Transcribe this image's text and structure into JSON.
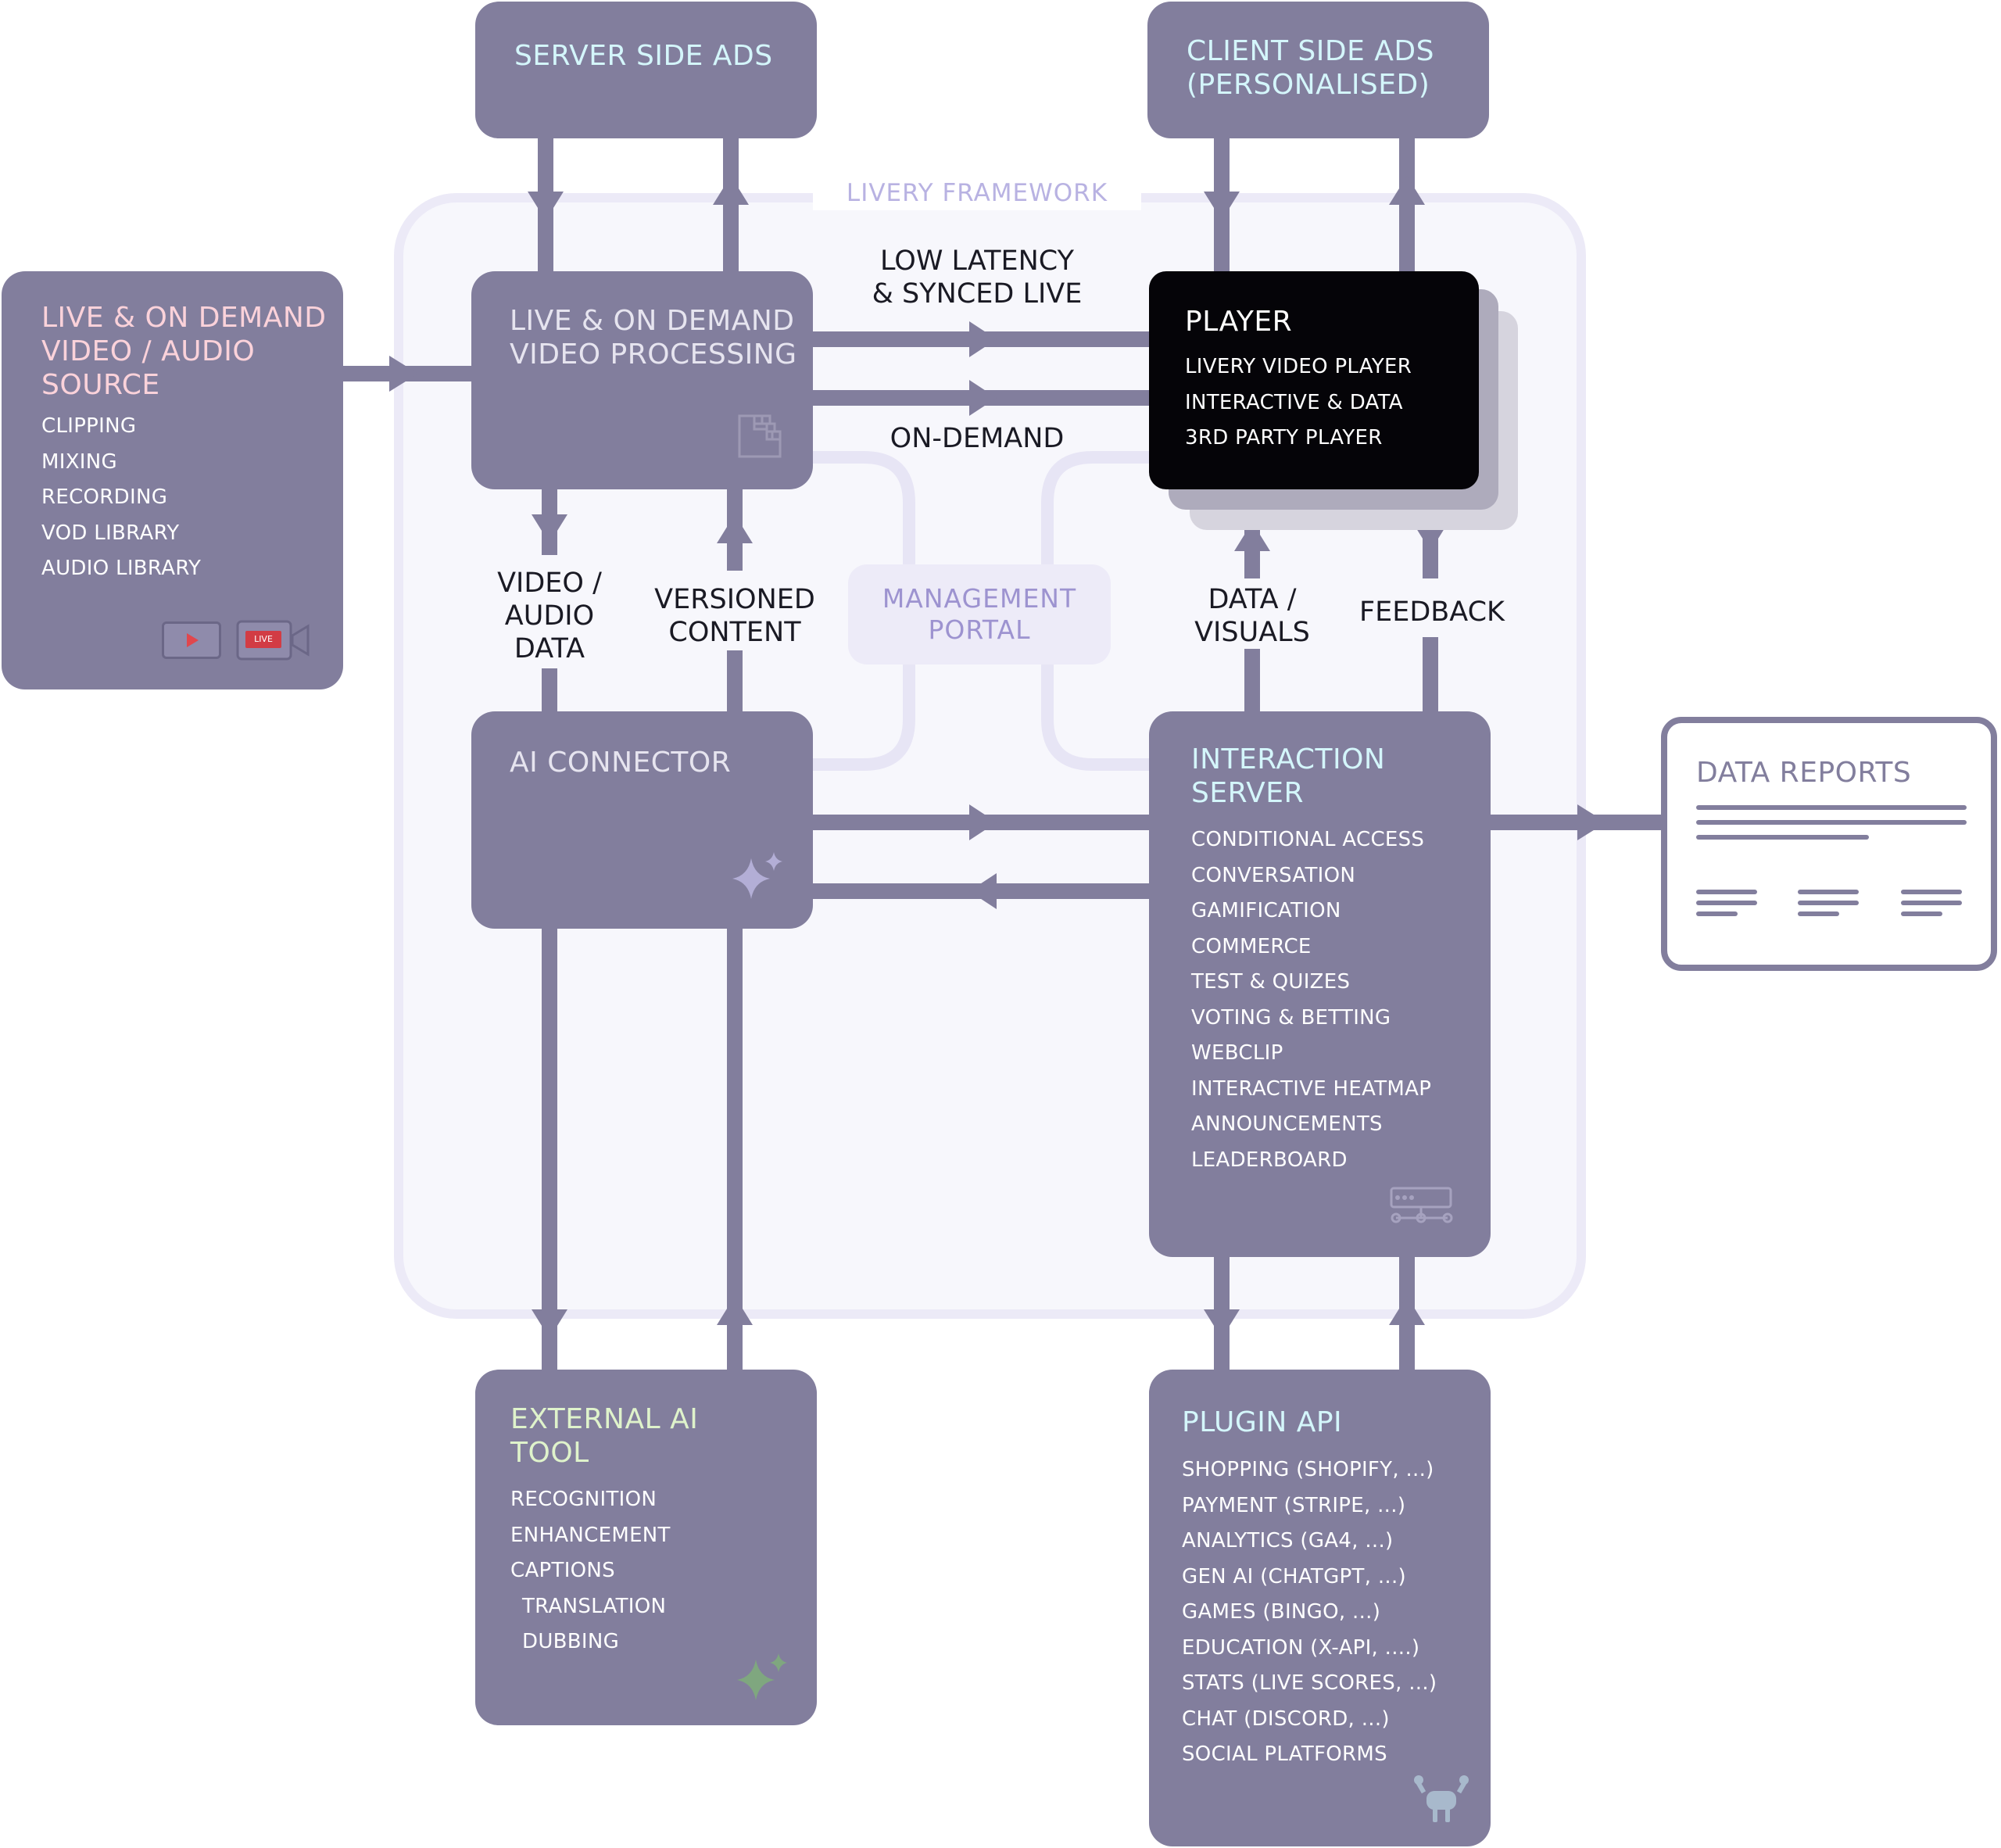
{
  "framework": {
    "title": "LIVERY FRAMEWORK"
  },
  "colors": {
    "box": "#827e9d",
    "wire": "#827e9d",
    "framework_bg": "#f7f7fc",
    "framework_border": "#eceaf7",
    "player_bg": "#050408",
    "title_cyan": "#d4f6fb",
    "title_pink": "#fbd2da",
    "title_green": "#dff3cb",
    "title_light": "#e6e4ef",
    "portal_text": "#9d93d0"
  },
  "server_ads": {
    "title": "SERVER SIDE ADS"
  },
  "client_ads": {
    "title_line1": "CLIENT SIDE ADS",
    "title_line2": "(PERSONALISED)"
  },
  "source": {
    "title_line1": "LIVE & ON DEMAND",
    "title_line2": "VIDEO / AUDIO",
    "title_line3": "SOURCE",
    "items": [
      "CLIPPING",
      "MIXING",
      "RECORDING",
      "VOD LIBRARY",
      "AUDIO LIBRARY"
    ],
    "live_badge": "LIVE",
    "icons": [
      "play-button-icon",
      "live-camera-icon"
    ]
  },
  "processing": {
    "title_line1": "LIVE & ON DEMAND",
    "title_line2": "VIDEO PROCESSING",
    "icon": "grid-icon"
  },
  "player": {
    "title": "PLAYER",
    "items": [
      "LIVERY VIDEO PLAYER",
      "INTERACTIVE & DATA",
      "3RD PARTY PLAYER"
    ]
  },
  "flows": {
    "low_latency_line1": "LOW LATENCY",
    "low_latency_line2": "& SYNCED LIVE",
    "on_demand": "ON-DEMAND",
    "video_audio_data_line1": "VIDEO /",
    "video_audio_data_line2": "AUDIO",
    "video_audio_data_line3": "DATA",
    "versioned_line1": "VERSIONED",
    "versioned_line2": "CONTENT",
    "data_visuals_line1": "DATA /",
    "data_visuals_line2": "VISUALS",
    "feedback": "FEEDBACK"
  },
  "portal": {
    "title_line1": "MANAGEMENT",
    "title_line2": "PORTAL"
  },
  "ai_connector": {
    "title": "AI CONNECTOR",
    "icon": "sparkle-icon"
  },
  "interaction_server": {
    "title_line1": "INTERACTION",
    "title_line2": "SERVER",
    "items": [
      "CONDITIONAL ACCESS",
      "CONVERSATION",
      "GAMIFICATION",
      "COMMERCE",
      "TEST & QUIZES",
      "VOTING & BETTING",
      "WEBCLIP",
      "INTERACTIVE HEATMAP",
      "ANNOUNCEMENTS",
      "LEADERBOARD"
    ],
    "icon": "server-icon"
  },
  "data_reports": {
    "title": "DATA REPORTS",
    "icon": "report-lines-icon"
  },
  "external_ai": {
    "title_line1": "EXTERNAL AI",
    "title_line2": "TOOL",
    "items": [
      "RECOGNITION",
      "ENHANCEMENT",
      "CAPTIONS"
    ],
    "sub_items": [
      "TRANSLATION",
      "DUBBING"
    ],
    "icon": "sparkle-icon"
  },
  "plugin_api": {
    "title": "PLUGIN API",
    "items": [
      "SHOPPING (SHOPIFY, ...)",
      "PAYMENT (STRIPE, ...)",
      "ANALYTICS (GA4, ...)",
      "GEN AI (CHATGPT, ...)",
      "GAMES (BINGO, ...)",
      "EDUCATION (X-API, ....)",
      "STATS (LIVE SCORES, ...)",
      "CHAT (DISCORD, ...)",
      "SOCIAL PLATFORMS"
    ],
    "icon": "plug-icon"
  }
}
